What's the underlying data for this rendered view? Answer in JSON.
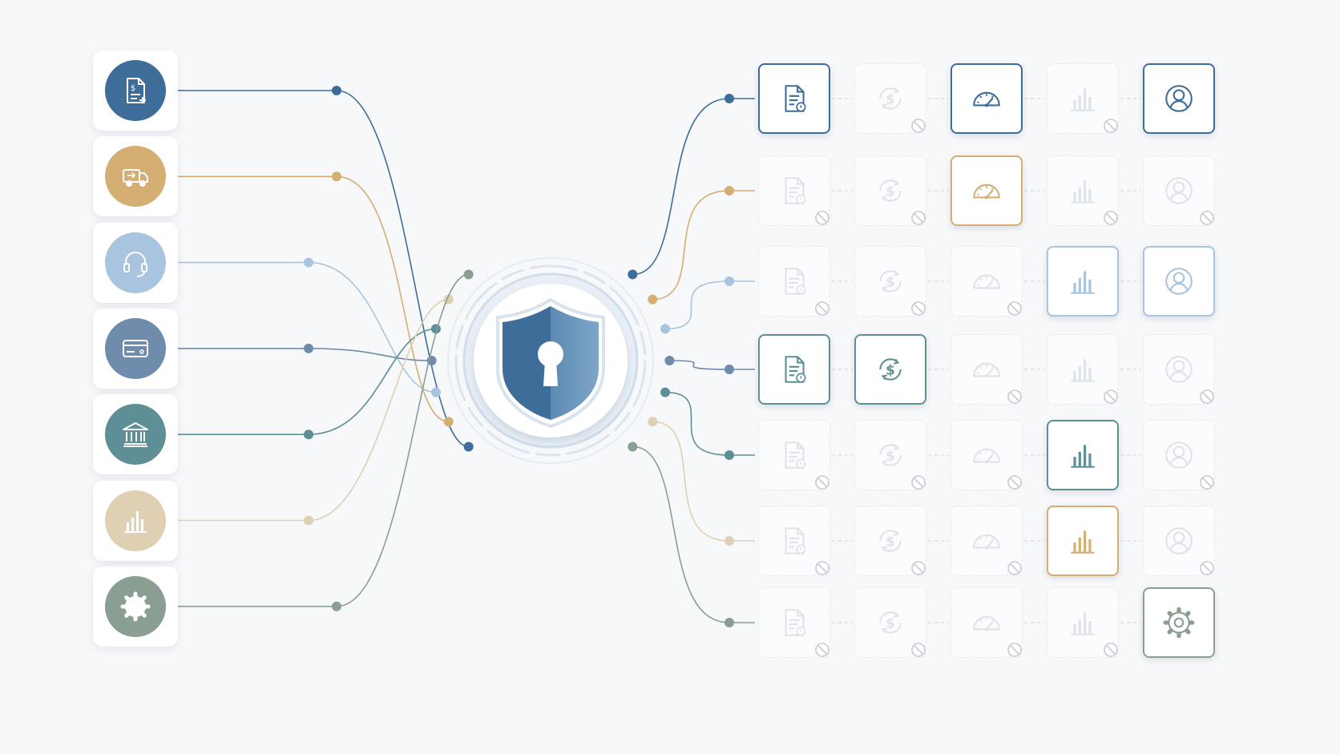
{
  "colors": {
    "navy": "#3f6d9a",
    "gold": "#d4ae72",
    "light_blue": "#a9c4de",
    "slate": "#6f8cad",
    "teal": "#5e8f96",
    "sand": "#dfcfb3",
    "sage": "#8b9e92",
    "shield": "#4a76a0",
    "denied": "#d8dde3"
  },
  "roles": [
    {
      "icon": "invoice-icon",
      "color": "navy"
    },
    {
      "icon": "delivery-truck-icon",
      "color": "gold"
    },
    {
      "icon": "headset-icon",
      "color": "light_blue"
    },
    {
      "icon": "credit-card-icon",
      "color": "slate"
    },
    {
      "icon": "bank-icon",
      "color": "teal"
    },
    {
      "icon": "bar-chart-icon",
      "color": "sand"
    },
    {
      "icon": "gear-icon",
      "color": "sage"
    }
  ],
  "hub": {
    "icon": "shield-keyhole-icon"
  },
  "permission_columns": [
    "document-icon",
    "dollar-cycle-icon",
    "gauge-icon",
    "bar-chart-icon",
    "user-icon"
  ],
  "permission_rows": [
    {
      "role_color": "navy",
      "granted": [
        0,
        2,
        4
      ],
      "granted_color": "navy"
    },
    {
      "role_color": "gold",
      "granted": [
        2
      ],
      "granted_color": "gold"
    },
    {
      "role_color": "light_blue",
      "granted": [
        3,
        4
      ],
      "granted_color": "light_blue"
    },
    {
      "role_color": "slate",
      "granted": [
        0,
        1
      ],
      "granted_color": "teal"
    },
    {
      "role_color": "teal",
      "granted": [
        3
      ],
      "granted_color": "teal"
    },
    {
      "role_color": "sand",
      "granted": [
        3
      ],
      "granted_color": "gold"
    },
    {
      "role_color": "sage",
      "granted": [
        4
      ],
      "granted_color": "sage",
      "override_icon_last": "gear-icon"
    }
  ]
}
